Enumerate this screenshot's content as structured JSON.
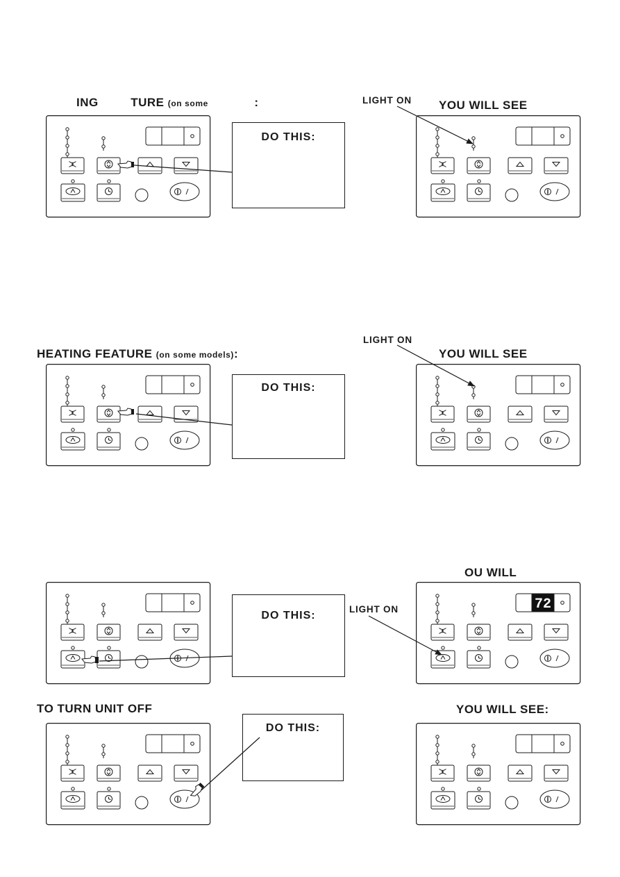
{
  "sections": {
    "top": {
      "heading_parts": [
        "ING",
        "TURE",
        "(on some",
        ":"
      ],
      "do_label": "DO THIS:",
      "light_label": "LIGHT ON",
      "see_label": "YOU WILL SEE"
    },
    "heating": {
      "heading": "HEATING FEATURE",
      "heading_sub": "(on some models)",
      "heading_colon": ":",
      "do_label": "DO THIS:",
      "light_label": "LIGHT ON",
      "see_label": "YOU WILL SEE"
    },
    "third": {
      "see_label": "OU WILL",
      "do_label": "DO THIS:",
      "light_label": "LIGHT ON",
      "display_value": "72"
    },
    "off": {
      "heading": "TO TURN UNIT OFF",
      "do_label": "DO THIS:",
      "see_label": "YOU WILL SEE:"
    }
  },
  "panel_icons": {
    "fan_button": "fan-icon",
    "mode_button": "mode-arrows-icon",
    "up_button": "up-arrow-icon",
    "down_button": "down-arrow-icon",
    "eco_button": "eco-icon",
    "timer_button": "timer-icon",
    "blank_button": "round-button",
    "power_button": "power-icon",
    "display_led": "indicator-led-icon"
  },
  "colors": {
    "ink": "#1a1a1a",
    "paper": "#ffffff",
    "display_bg": "#111111",
    "display_fg": "#ffffff"
  }
}
